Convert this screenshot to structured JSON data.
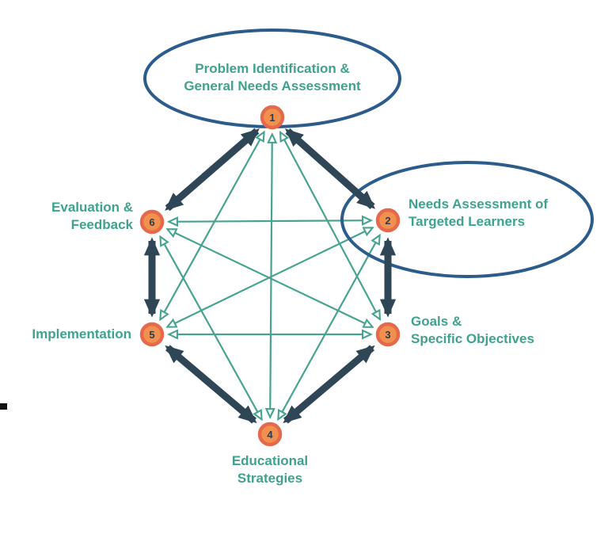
{
  "diagram": {
    "type": "cycle-diagram",
    "nodes": [
      {
        "number": "1",
        "label": "Problem Identification &\nGeneral Needs Assessment",
        "highlighted_with_ellipse": true
      },
      {
        "number": "2",
        "label": "Needs Assessment of\nTargeted Learners",
        "highlighted_with_ellipse": true
      },
      {
        "number": "3",
        "label": "Goals &\nSpecific Objectives",
        "highlighted_with_ellipse": false
      },
      {
        "number": "4",
        "label": "Educational\nStrategies",
        "highlighted_with_ellipse": false
      },
      {
        "number": "5",
        "label": "Implementation",
        "highlighted_with_ellipse": false
      },
      {
        "number": "6",
        "label": "Evaluation &\nFeedback",
        "highlighted_with_ellipse": false
      }
    ],
    "connections": {
      "thick_bidirectional": [
        "1-2",
        "2-3",
        "3-4",
        "4-5",
        "5-6",
        "6-1"
      ],
      "thin_bidirectional": [
        "1-3",
        "1-4",
        "1-5",
        "2-4",
        "2-5",
        "2-6",
        "3-5",
        "3-6",
        "4-6"
      ]
    },
    "colors": {
      "label_text": "#3fa28e",
      "thin_arrow": "#47a390",
      "thick_arrow": "#2e4656",
      "ellipse_stroke": "#2b5c8c",
      "node_fill": "#f2914e",
      "node_ring": "#e5694c",
      "node_number_text": "#2f3b4c",
      "background": "#ffffff"
    }
  }
}
